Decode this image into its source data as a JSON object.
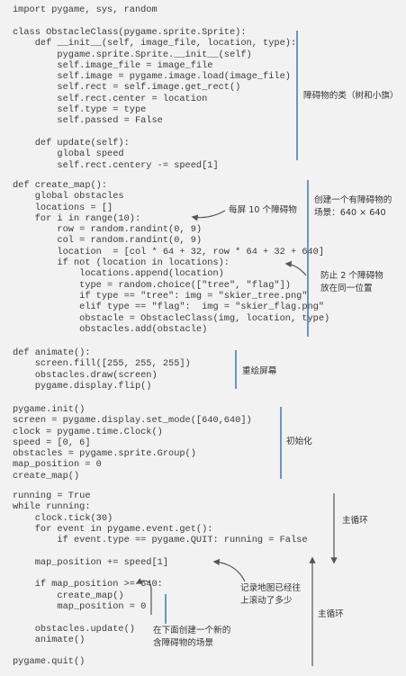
{
  "code_blocks": [
    [
      "import pygame, sys, random"
    ],
    [
      "class ObstacleClass(pygame.sprite.Sprite):",
      "    def __init__(self, image_file, location, type):",
      "        pygame.sprite.Sprite.__init__(self)",
      "        self.image_file = image_file",
      "        self.image = pygame.image.load(image_file)",
      "        self.rect = self.image.get_rect()",
      "        self.rect.center = location",
      "        self.type = type",
      "        self.passed = False",
      "",
      "    def update(self):",
      "        global speed",
      "        self.rect.centery -= speed[1]"
    ],
    [
      "def create_map():",
      "    global obstacles",
      "    locations = []",
      "    for i in range(10):",
      "        row = random.randint(0, 9)",
      "        col = random.randint(0, 9)",
      "        location  = [col * 64 + 32, row * 64 + 32 + 640]",
      "        if not (location in locations):",
      "            locations.append(location)",
      "            type = random.choice([\"tree\", \"flag\"])",
      "            if type == \"tree\": img = \"skier_tree.png\"",
      "            elif type == \"flag\":  img = \"skier_flag.png\"",
      "            obstacle = ObstacleClass(img, location, type)",
      "            obstacles.add(obstacle)"
    ],
    [
      "def animate():",
      "    screen.fill([255, 255, 255])",
      "    obstacles.draw(screen)",
      "    pygame.display.flip()"
    ],
    [
      "pygame.init()",
      "screen = pygame.display.set_mode([640,640])",
      "clock = pygame.time.Clock()",
      "speed = [0, 6]",
      "obstacles = pygame.sprite.Group()",
      "map_position = 0",
      "create_map()"
    ],
    [
      "running = True",
      "while running:",
      "    clock.tick(30)",
      "    for event in pygame.event.get():",
      "        if event.type == pygame.QUIT: running = False",
      "",
      "    map_position += speed[1]",
      "",
      "    if map_position >= 640:",
      "        create_map()",
      "        map_position = 0",
      "",
      "    obstacles.update()",
      "    animate()"
    ],
    [
      "pygame.quit()"
    ]
  ],
  "annotations": {
    "obstacle_class": "障碍物的类（树和小旗）",
    "create_scene": "创建一个有障碍物的\n场景：640 × 640",
    "ten_per_screen": "每屏 10 个障碍物",
    "no_overlap": "防止 2 个障碍物\n放在同一位置",
    "redraw": "重绘屏幕",
    "init": "初始化",
    "main_loop_1": "主循环",
    "track_scroll": "记录地图已经往\n上滚动了多少",
    "main_loop_2": "主循环",
    "new_scene": "在下面创建一个新的\n含障碍物的场景"
  },
  "colors": {
    "background": "#f2f2f2",
    "code_text": "#3a3a3a",
    "note_text": "#333333",
    "bar": "#4a7fb5",
    "arrow": "#555555"
  }
}
